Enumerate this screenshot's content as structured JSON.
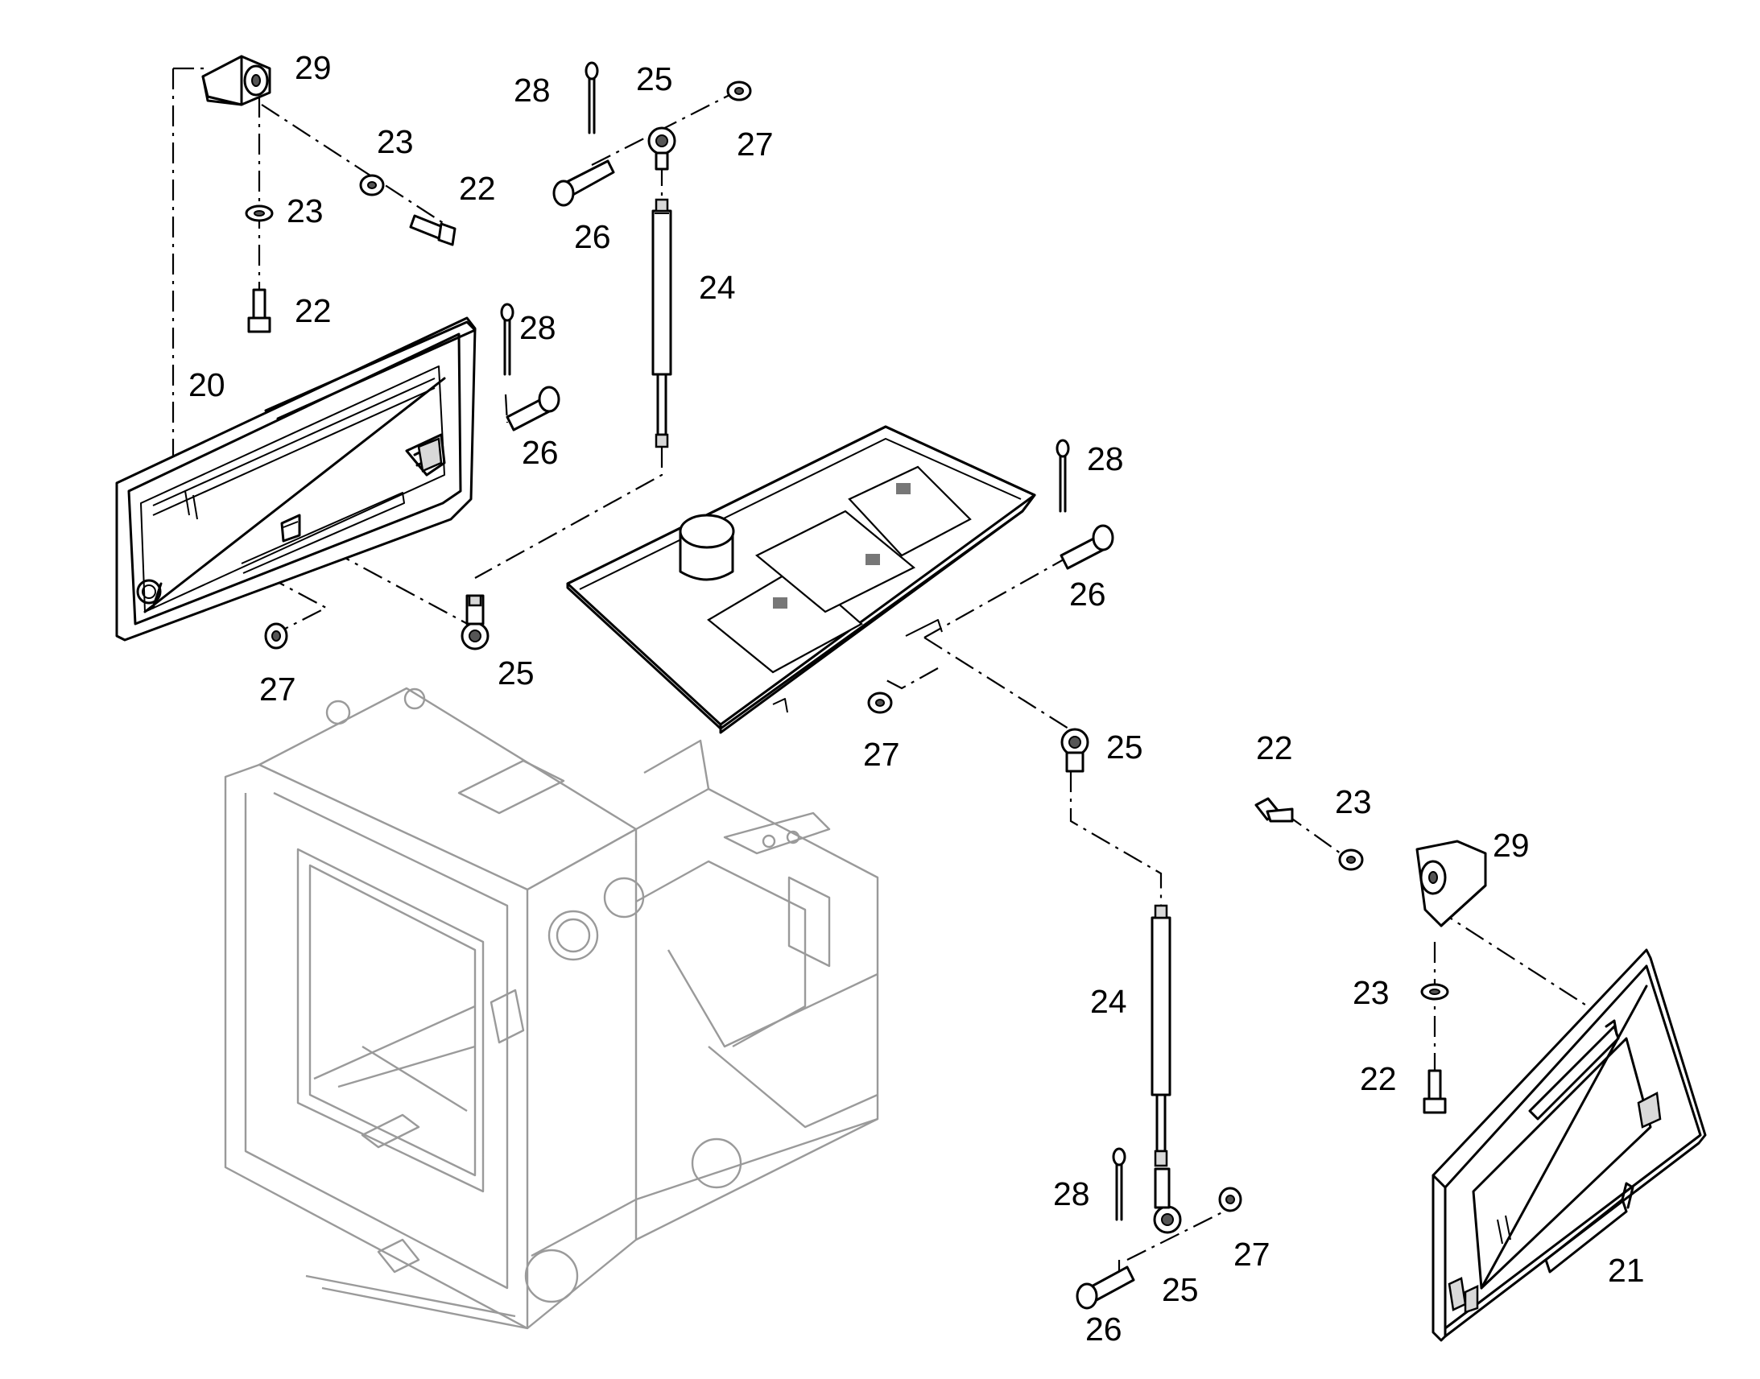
{
  "part_numbers": {
    "p20": "20",
    "p21": "21",
    "p22": "22",
    "p23": "23",
    "p24": "24",
    "p25": "25",
    "p26": "26",
    "p27": "27",
    "p28": "28",
    "p29": "29"
  }
}
